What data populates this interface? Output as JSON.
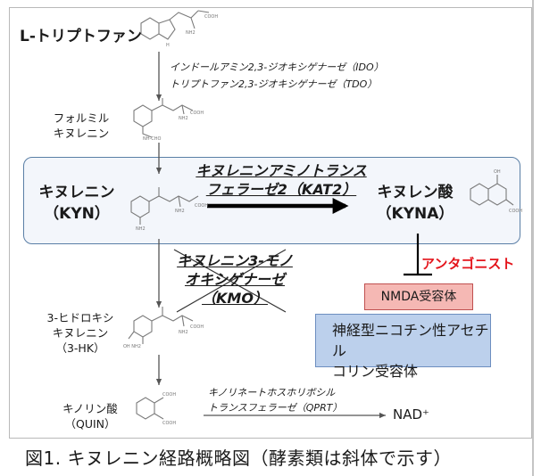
{
  "compounds": {
    "trp": "L-トリプトファン",
    "formyl_l1": "フォルミル",
    "formyl_l2": "キヌレニン",
    "kyn_l1": "キヌレニン",
    "kyn_l2": "（KYN）",
    "kyna_l1": "キヌレン酸",
    "kyna_l2": "（KYNA）",
    "hk_l1": "3-ヒドロキシ",
    "hk_l2": "キヌレニン",
    "hk_l3": "（3-HK）",
    "quin_l1": "キノリン酸",
    "quin_l2": "（QUIN）",
    "nad": "NAD⁺"
  },
  "enzymes": {
    "ido": "インドールアミン2,3-ジオキシゲナーゼ（IDO）",
    "tdo": "トリプトファン2,3-ジオキシゲナーゼ（TDO）",
    "kat2_l1": "キヌレニンアミノトランス",
    "kat2_l2": "フェラーゼ2（KAT2）",
    "kmo_l1": "キヌレニン3-モノ",
    "kmo_l2": "オキシゲナーゼ",
    "kmo_l3": "（KMO）",
    "qprt_l1": "キノリネートホスホリボシル",
    "qprt_l2": "トランスフェラーゼ（QPRT）"
  },
  "targets": {
    "antagonist": "アンタゴニスト",
    "nmda": "NMDA受容体",
    "nachr_l1": "神経型ニコチン性アセチル",
    "nachr_l2": "コリン受容体"
  },
  "caption": "図1. キヌレニン経路概略図（酵素類は斜体で示す）",
  "colors": {
    "antagonist": "#e4141b",
    "nmda_fill": "#f5b8b4",
    "nachr_fill": "#bcd0ec",
    "kyn_box_border": "#5a7fa6"
  }
}
